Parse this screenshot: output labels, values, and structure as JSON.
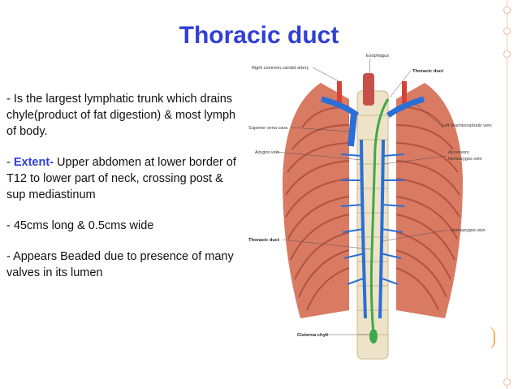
{
  "title": "Thoracic duct",
  "points": [
    {
      "lead": "- ",
      "text": " Is the largest lymphatic trunk which drains chyle(product of fat digestion) & most lymph of body."
    },
    {
      "lead": "- ",
      "highlight": "Extent-",
      "text": " Upper abdomen at lower border of T12  to lower part of neck, crossing post & sup mediastinum"
    },
    {
      "lead": "- ",
      "text": "45cms long & 0.5cms wide"
    },
    {
      "lead": "- ",
      "text": "Appears  Beaded due to presence of many valves in its lumen"
    }
  ],
  "figure_labels": {
    "esophagus": "Esophagus",
    "thoracic_duct_top": "Thoracic duct",
    "right_common_carotid": "Right common carotid artery",
    "left_brachiocephalic": "Left brachiocephalic vein",
    "superior_vena_cava": "Superior vena cava",
    "azygos": "Azygos vein",
    "accessory_hemiazygos_1": "Accessory",
    "accessory_hemiazygos_2": "hemiazygos vein",
    "hemiazygos": "Hemiazygos vein",
    "thoracic_duct_side": "Thoracic duct",
    "cisterna_chyli": "Cisterna chyli"
  },
  "colors": {
    "title": "#2f3fd6",
    "accent": "#2f3fd6",
    "muscle": "#d9735e",
    "vein": "#2a6fd6",
    "artery": "#d8413a",
    "duct": "#3fa84a",
    "bone": "#eee3c8"
  }
}
